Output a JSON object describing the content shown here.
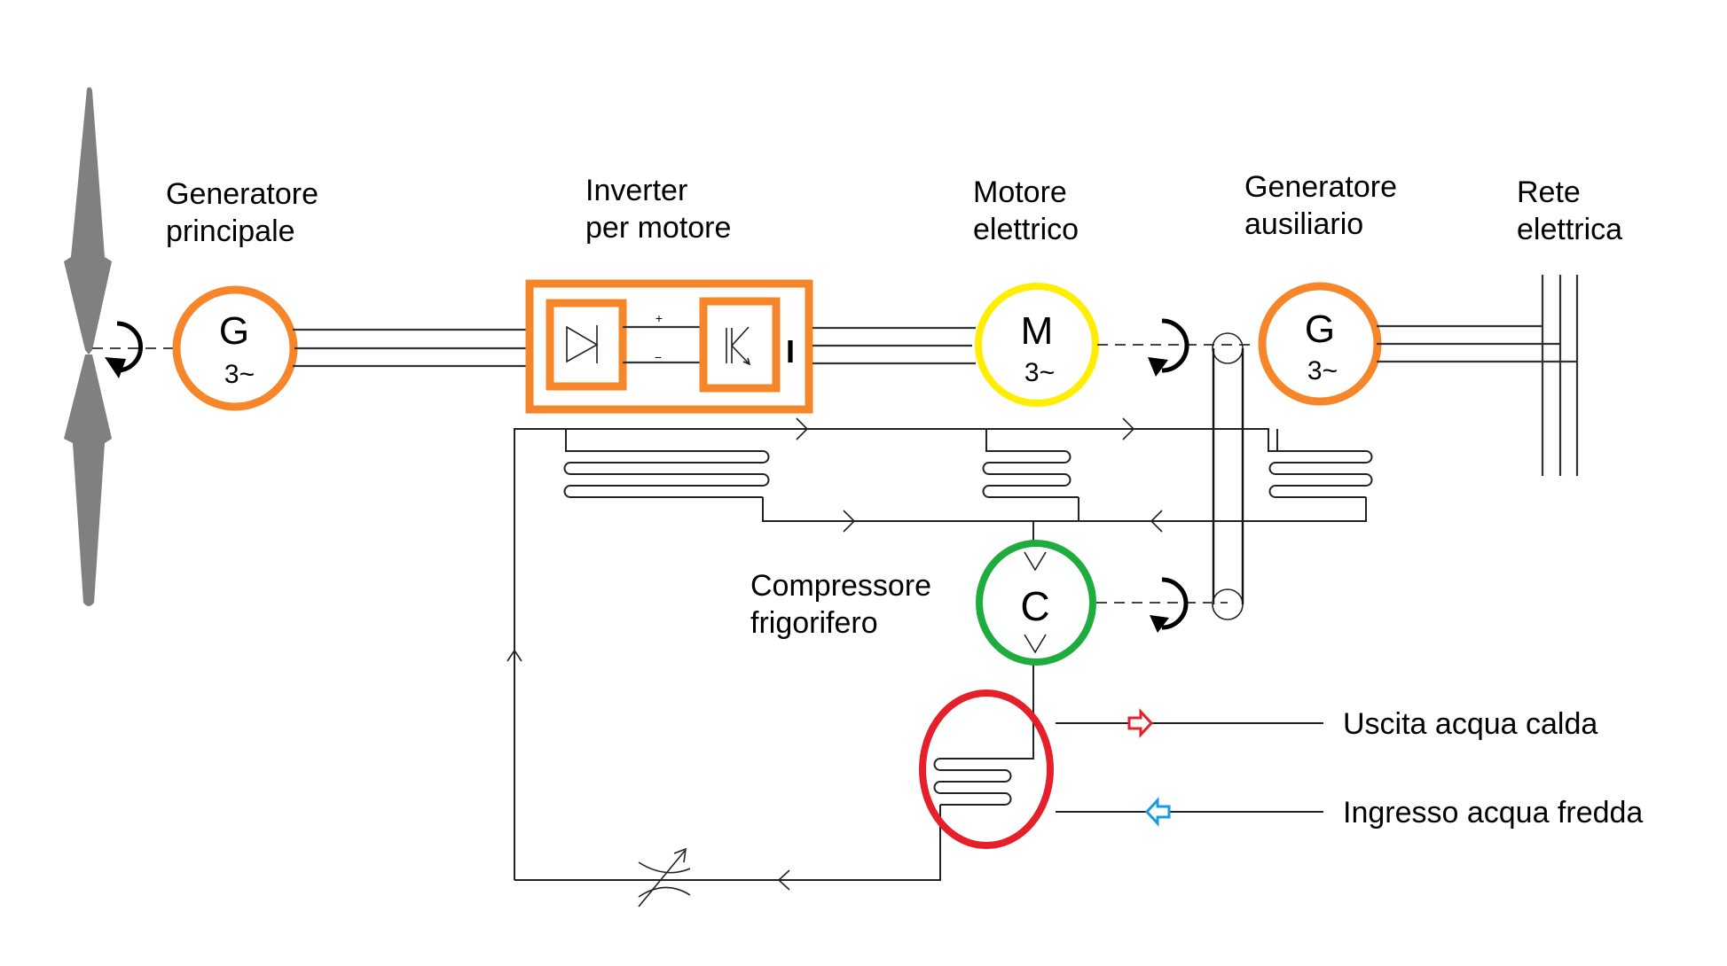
{
  "title": "Schema impianto: turbina eolica, inverter, motore, compressore frigorifero e scambiatore acqua calda",
  "colors": {
    "generator": "#f7862b",
    "inverter": "#f7862b",
    "motor": "#ffee00",
    "compressor": "#1fac3e",
    "heat_exchanger": "#e5202a",
    "hot_arrow": "#e5202a",
    "cold_arrow": "#1a9be0",
    "blade": "#808080",
    "line": "#222222"
  },
  "labels": {
    "main_generator": [
      "Generatore",
      "principale"
    ],
    "inverter": [
      "Inverter",
      "per motore"
    ],
    "motor": [
      "Motore",
      "elettrico"
    ],
    "aux_generator": [
      "Generatore",
      "ausiliario"
    ],
    "grid": [
      "Rete",
      "elettrica"
    ],
    "compressor": [
      "Compressore",
      "frigorifero"
    ],
    "hot_water_out": "Uscita acqua calda",
    "cold_water_in": "Ingresso acqua fredda"
  },
  "symbols": {
    "main_generator": {
      "letter": "G",
      "phase": "3~"
    },
    "motor": {
      "letter": "M",
      "phase": "3~"
    },
    "aux_generator": {
      "letter": "G",
      "phase": "3~"
    },
    "compressor": {
      "letter": "C"
    },
    "dc_plus": "+",
    "dc_minus": "−",
    "inverter_output_marker": "I"
  },
  "icons": {
    "rotation": "rotation-arrow-icon",
    "rectifier": "diode-rectifier-icon",
    "transistor": "igbt-transistor-icon",
    "expansion_valve": "variable-restrictor-icon",
    "flow_arrow": "flow-chevron-icon",
    "coil": "heat-exchanger-coil-icon"
  }
}
